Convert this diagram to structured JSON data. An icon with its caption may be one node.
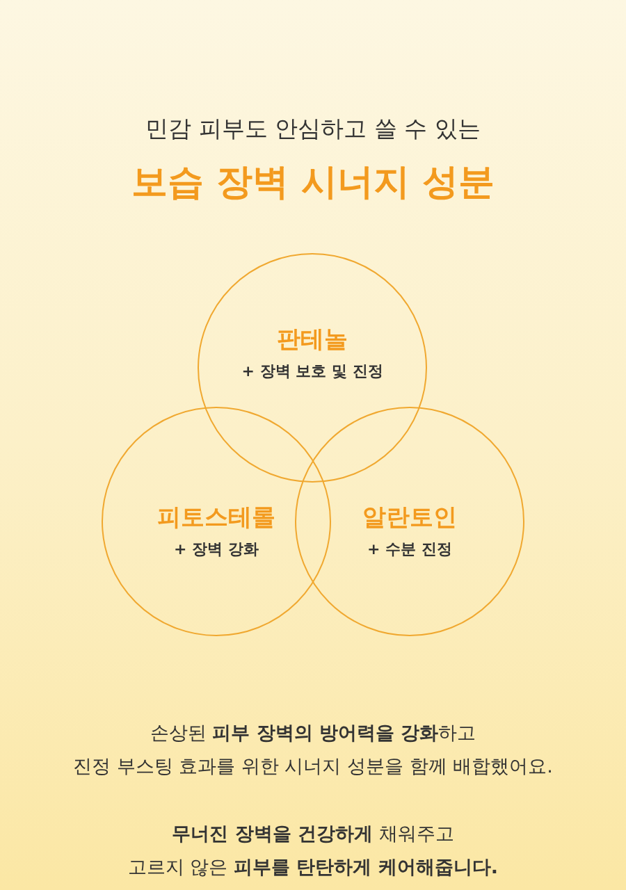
{
  "diagram": {
    "title": "보습 장벽 시너지 성분",
    "nodes": [
      {
        "text": [
          "판테놀",
          "+ 장벽 보호 및 진정"
        ]
      },
      {
        "text": [
          "피토스테롤",
          "+ 장벽 강화"
        ]
      },
      {
        "text": [
          "알란토인",
          "+ 수분 진정"
        ]
      }
    ],
    "labels": [
      "민감 피부도 안심하고 쓸 수 있는",
      "손상된 **피부 장벽의 방어력을 강화**하고",
      "진정 부스팅 효과를 위한 시너지 성분을 함께 배합했어요.",
      "**무너진 장벽을 건강하게** 채워주고",
      "고르지 않은 **피부를 탄탄하게 케어해줍니다.**"
    ]
  }
}
